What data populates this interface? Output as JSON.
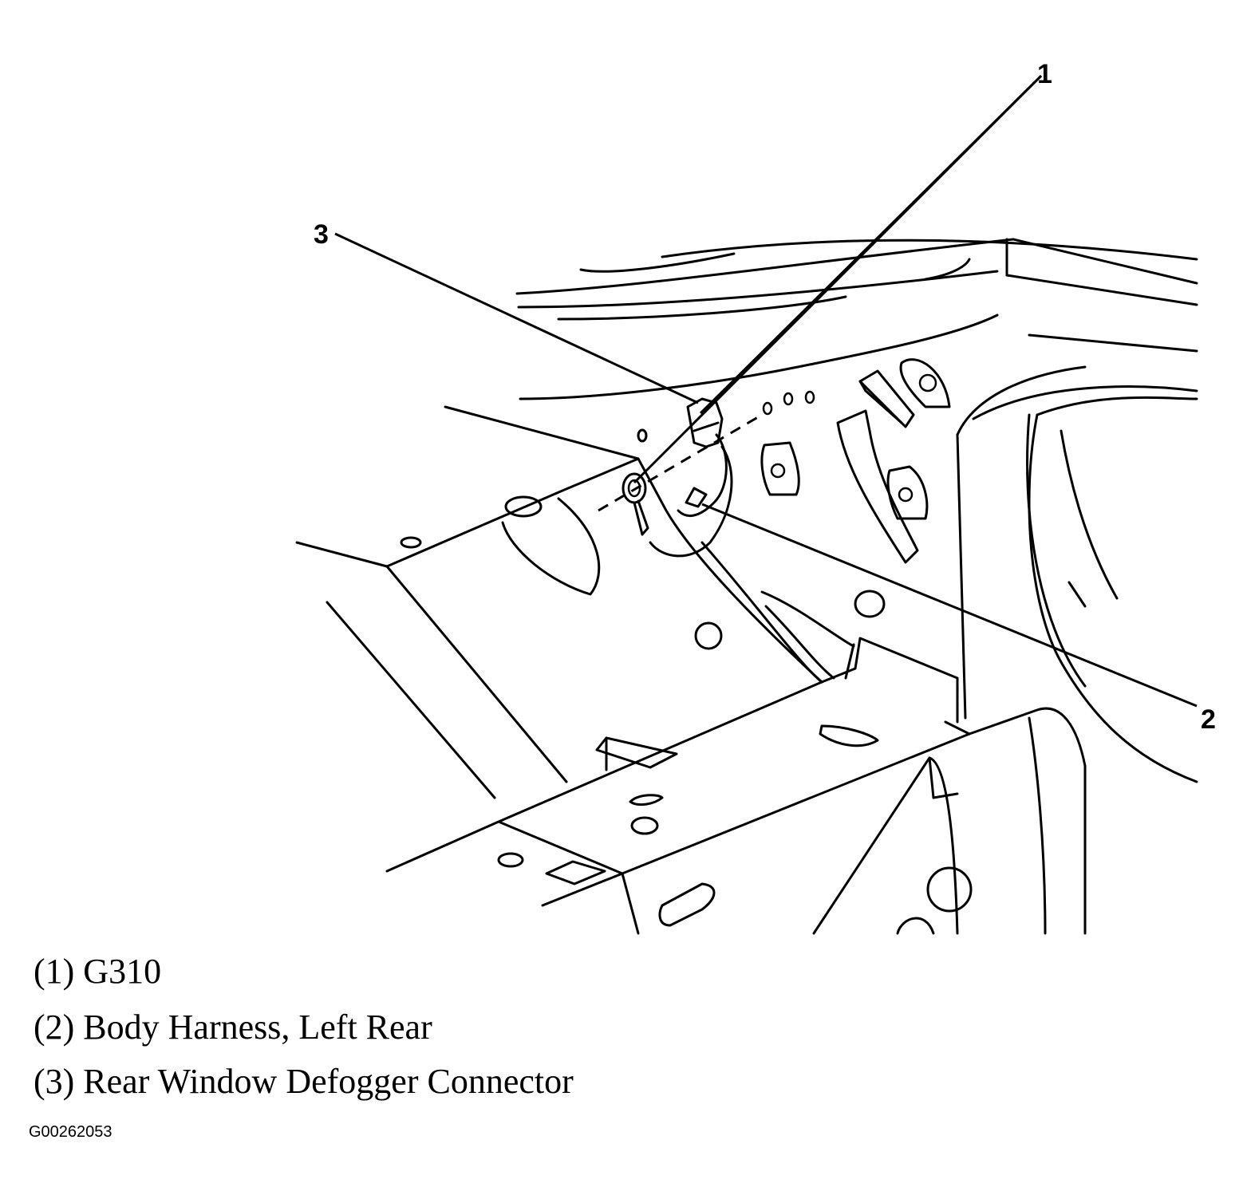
{
  "callouts": {
    "c1": "1",
    "c2": "2",
    "c3": "3"
  },
  "legend": {
    "item1": "(1) G310",
    "item2": "(2) Body Harness, Left Rear",
    "item3": "(3) Rear Window Defogger Connector"
  },
  "figure_id": "G00262053"
}
